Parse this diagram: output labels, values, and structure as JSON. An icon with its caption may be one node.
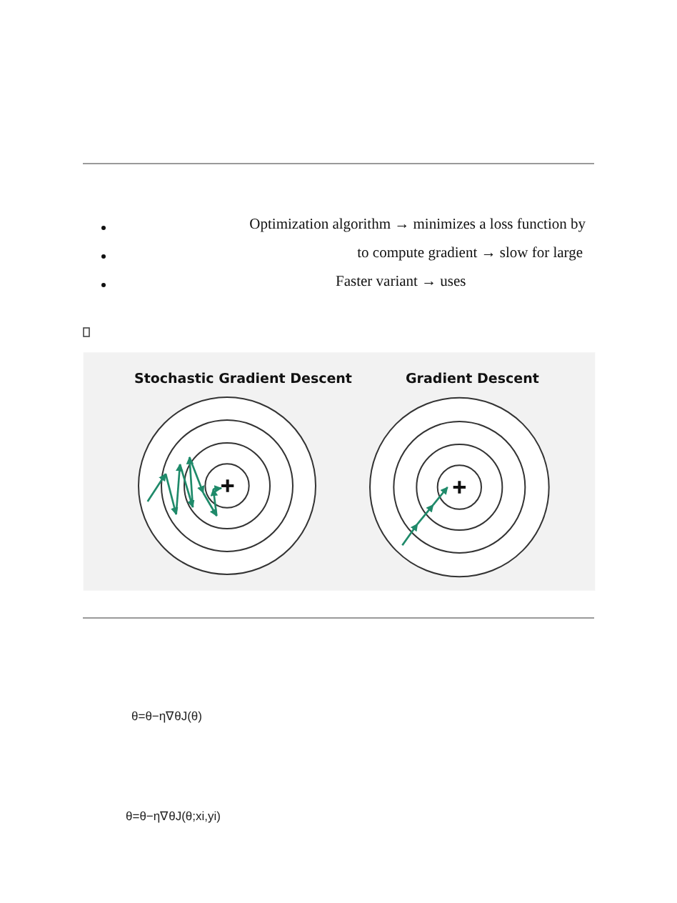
{
  "diagram": {
    "labels": [
      "Optimization algorithm → minimizes a loss function by",
      "to compute gradient → slow for large",
      "Faster variant → uses",
      "Stochastic Gradient Descent",
      "Gradient Descent",
      "θ=θ−η∇θJ(θ)",
      "θ=θ−η∇θJ(θ;xi,yi)"
    ]
  }
}
